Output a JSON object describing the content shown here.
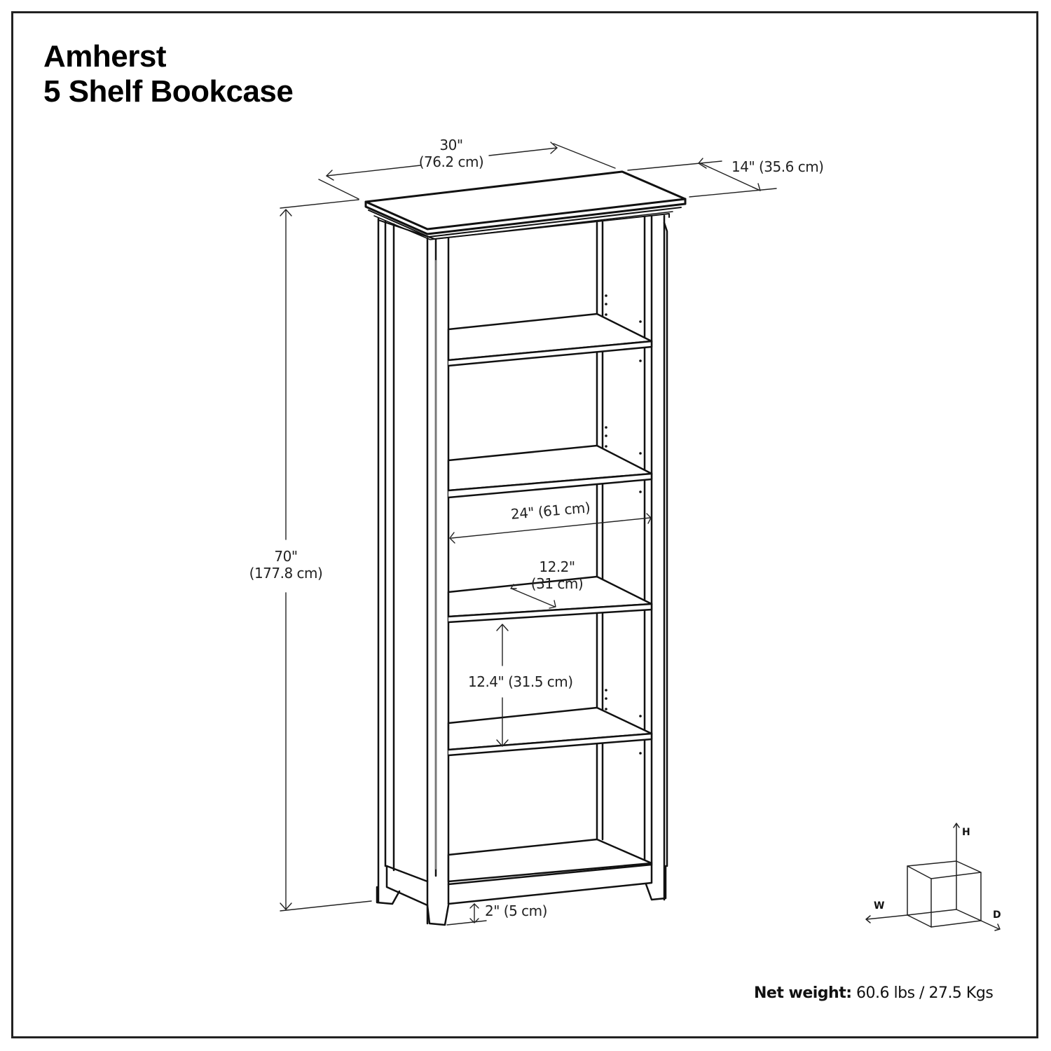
{
  "title": {
    "line1": "Amherst",
    "line2": "5 Shelf Bookcase"
  },
  "dimensions": {
    "width": {
      "in": "30\"",
      "cm": "(76.2 cm)"
    },
    "depth": {
      "label": "14\" (35.6 cm)"
    },
    "height": {
      "in": "70\"",
      "cm": "(177.8 cm)"
    },
    "inner_width": {
      "label": "24\" (61 cm)"
    },
    "shelf_depth": {
      "in": "12.2\"",
      "cm": "(31 cm)"
    },
    "shelf_spacing": {
      "label": "12.4\" (31.5 cm)"
    },
    "leg_clearance": {
      "label": "2\" (5 cm)"
    }
  },
  "axis_legend": {
    "h": "H",
    "w": "W",
    "d": "D"
  },
  "net_weight": {
    "label": "Net weight:",
    "value": "60.6 lbs / 27.5 Kgs"
  },
  "colors": {
    "line": "#111111",
    "frame": "#222222",
    "background": "#ffffff"
  }
}
